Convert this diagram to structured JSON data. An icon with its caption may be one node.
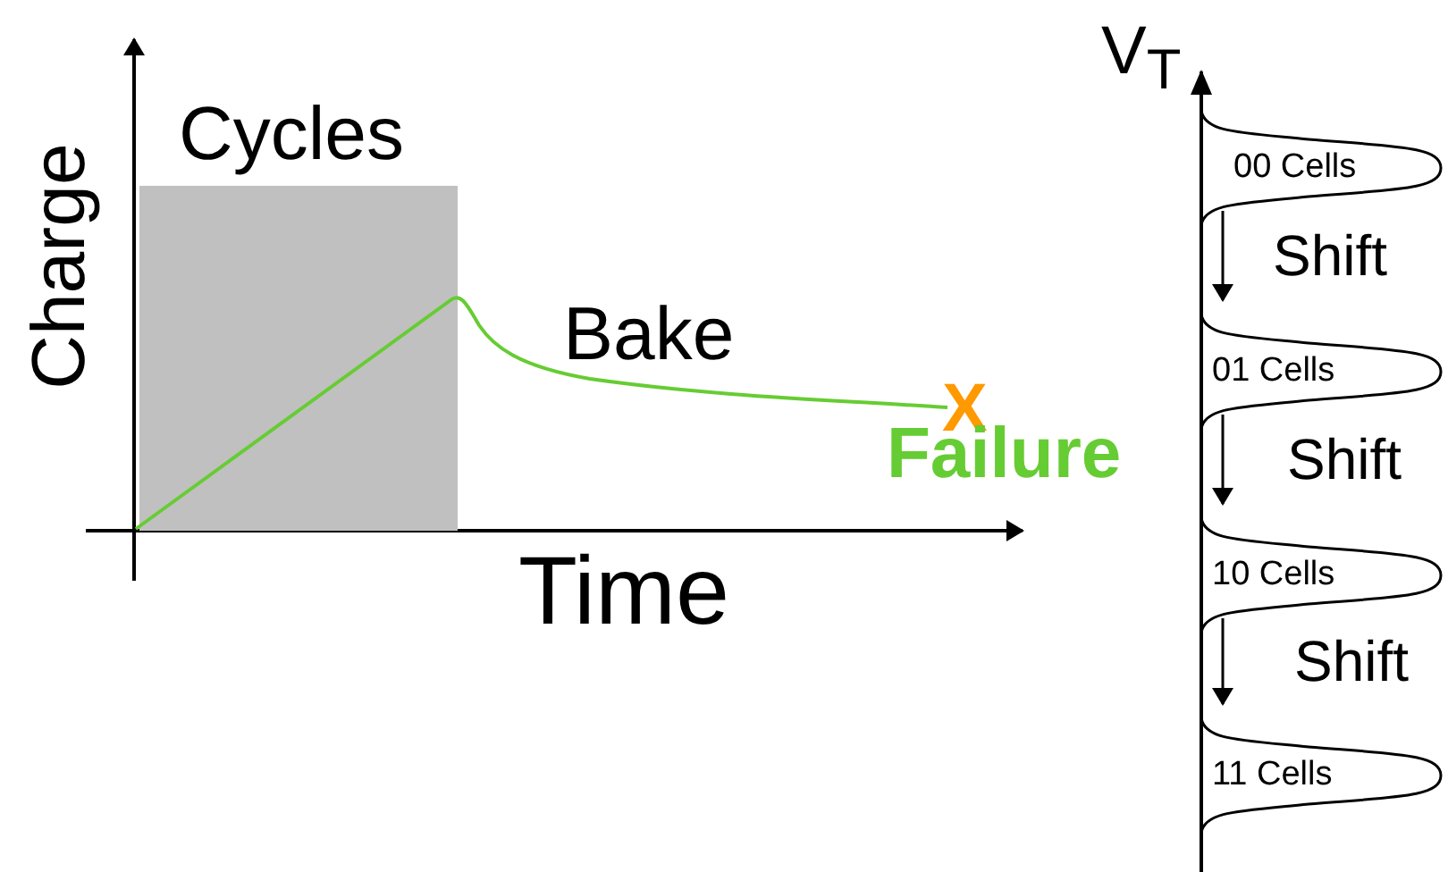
{
  "diagram": {
    "nodes": [
      {
        "text": [
          "Cycles"
        ]
      },
      {
        "text": [
          "00 Cells"
        ]
      },
      {
        "text": [
          "01 Cells"
        ]
      },
      {
        "text": [
          "10 Cells"
        ]
      },
      {
        "text": [
          "11 Cells"
        ]
      }
    ],
    "edges": [
      {
        "from": 1,
        "to": 2,
        "arrow": "to",
        "label": "Shift"
      },
      {
        "from": 2,
        "to": 3,
        "arrow": "to",
        "label": "Shift"
      },
      {
        "from": 3,
        "to": 4,
        "arrow": "to",
        "label": "Shift"
      }
    ],
    "labels": [
      "Charge",
      "Bake",
      "X",
      "Failure",
      "Time",
      "V$_{T}$"
    ]
  }
}
